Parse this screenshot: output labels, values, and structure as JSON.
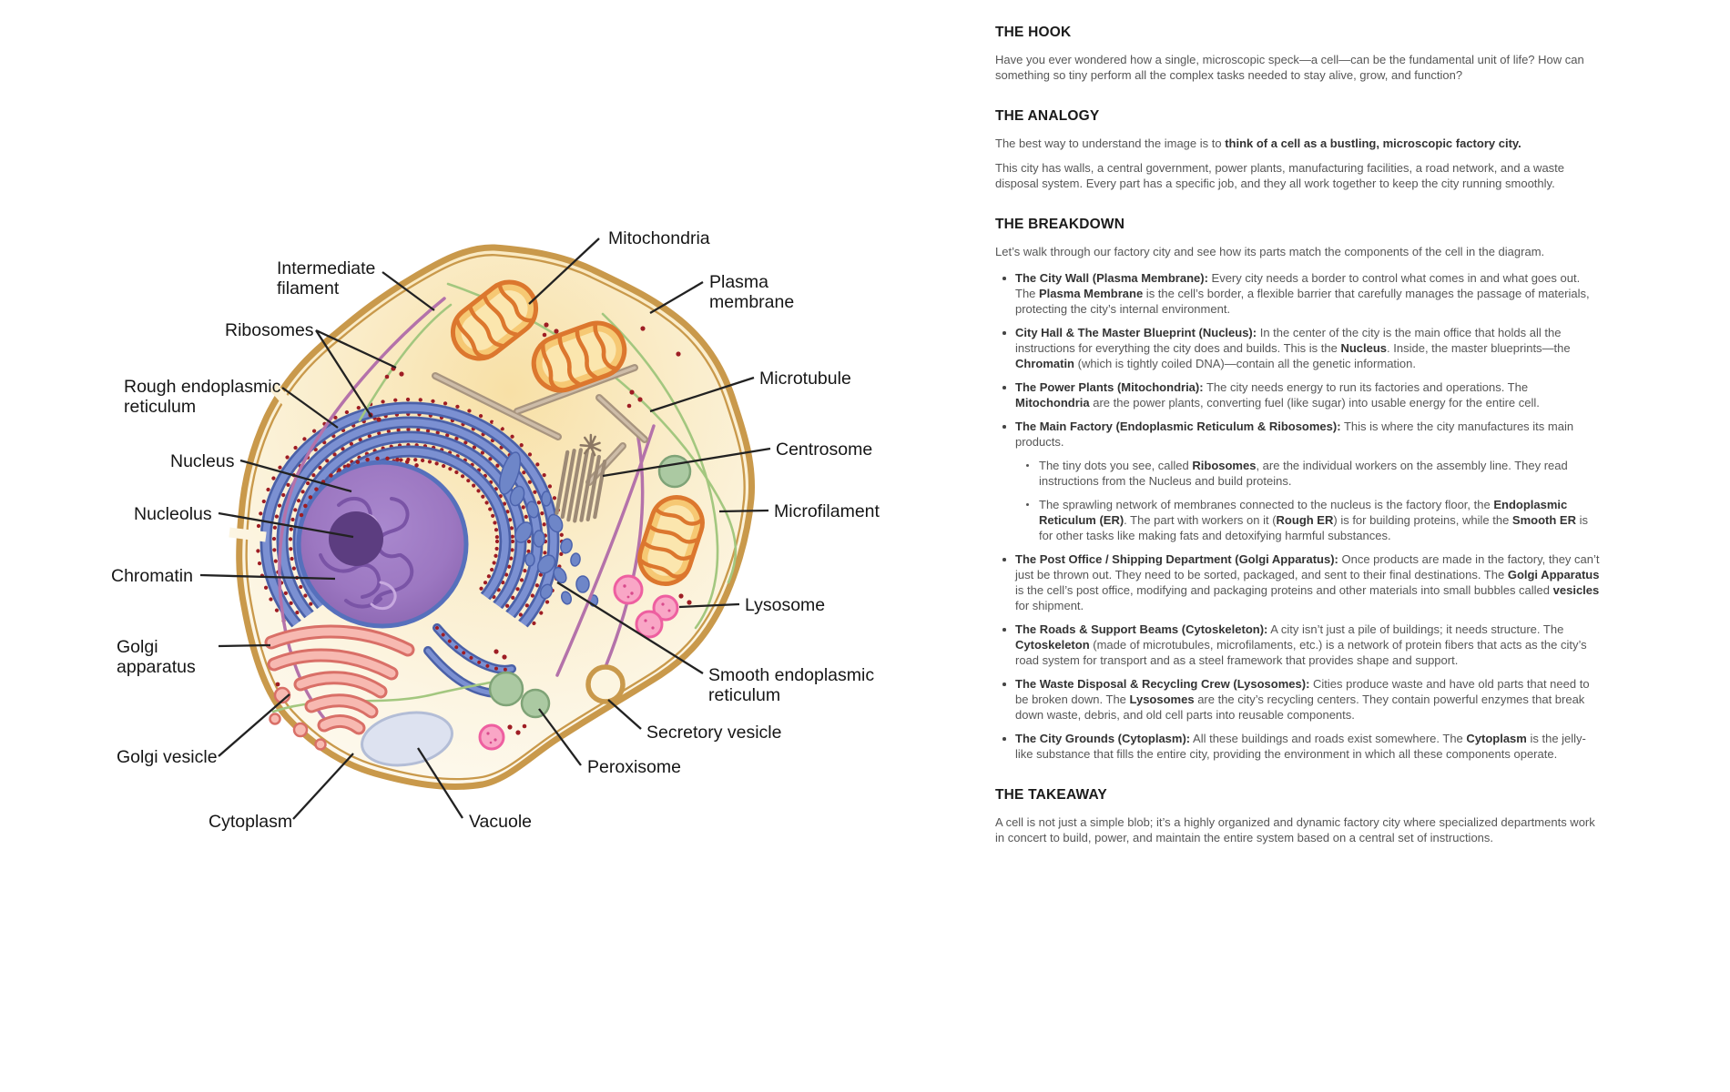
{
  "diagram": {
    "title": "Animal cell diagram",
    "labels": [
      {
        "id": "intermediate-filament",
        "lines": [
          "Intermediate",
          "filament"
        ]
      },
      {
        "id": "ribosomes",
        "lines": [
          "Ribosomes"
        ]
      },
      {
        "id": "rough-endoplasmic-reticulum",
        "lines": [
          "Rough endoplasmic",
          "reticulum"
        ]
      },
      {
        "id": "nucleus",
        "lines": [
          "Nucleus"
        ]
      },
      {
        "id": "nucleolus",
        "lines": [
          "Nucleolus"
        ]
      },
      {
        "id": "chromatin",
        "lines": [
          "Chromatin"
        ]
      },
      {
        "id": "golgi-apparatus",
        "lines": [
          "Golgi",
          "apparatus"
        ]
      },
      {
        "id": "golgi-vesicle",
        "lines": [
          "Golgi vesicle"
        ]
      },
      {
        "id": "cytoplasm",
        "lines": [
          "Cytoplasm"
        ]
      },
      {
        "id": "vacuole",
        "lines": [
          "Vacuole"
        ]
      },
      {
        "id": "mitochondria",
        "lines": [
          "Mitochondria"
        ]
      },
      {
        "id": "plasma-membrane",
        "lines": [
          "Plasma",
          "membrane"
        ]
      },
      {
        "id": "microtubule",
        "lines": [
          "Microtubule"
        ]
      },
      {
        "id": "centrosome",
        "lines": [
          "Centrosome"
        ]
      },
      {
        "id": "microfilament",
        "lines": [
          "Microfilament"
        ]
      },
      {
        "id": "lysosome",
        "lines": [
          "Lysosome"
        ]
      },
      {
        "id": "smooth-endoplasmic-reticulum",
        "lines": [
          "Smooth endoplasmic",
          "reticulum"
        ]
      },
      {
        "id": "secretory-vesicle",
        "lines": [
          "Secretory vesicle"
        ]
      },
      {
        "id": "peroxisome",
        "lines": [
          "Peroxisome"
        ]
      }
    ],
    "colors": {
      "membrane": "#C9994B",
      "cytoplasm": "#FAEDCB",
      "nucleus": "#9C77C1",
      "nucleolus": "#5C3D80",
      "rough_er": "#5E76BE",
      "ribosome_dots": "#9E1D24",
      "mitochondria_outline": "#DC772E",
      "mitochondria_fill": "#F6C873",
      "golgi": "#D96F67",
      "lysosome": "#EE5FA0",
      "peroxisome": "#ABC9A2",
      "vacuole": "#DDE2F0",
      "microtubule": "#B4A18C",
      "intermediate_filament": "#B472AA",
      "microfilament": "#A3C77F",
      "centrosome": "#9D8A76"
    }
  },
  "article": {
    "sections": [
      {
        "heading": "THE HOOK",
        "paragraphs": [
          [
            {
              "t": "Have you ever wondered how a single, microscopic speck—a cell—can be the fundamental unit of life? How can something so tiny perform all the complex tasks needed to stay alive, grow, and function?",
              "b": false
            }
          ]
        ]
      },
      {
        "heading": "THE ANALOGY",
        "paragraphs": [
          [
            {
              "t": "The best way to understand the image is to ",
              "b": false
            },
            {
              "t": "think of a cell as a bustling, microscopic factory city.",
              "b": true
            }
          ],
          [
            {
              "t": "This city has walls, a central government, power plants, manufacturing facilities, a road network, and a waste disposal system. Every part has a specific job, and they all work together to keep the city running smoothly.",
              "b": false
            }
          ]
        ]
      },
      {
        "heading": "THE BREAKDOWN",
        "paragraphs": [
          [
            {
              "t": "Let’s walk through our factory city and see how its parts match the components of the cell in the diagram.",
              "b": false
            }
          ]
        ],
        "bullets": [
          {
            "runs": [
              {
                "t": "The City Wall (Plasma Membrane):",
                "b": true
              },
              {
                "t": " Every city needs a border to control what comes in and what goes out. The ",
                "b": false
              },
              {
                "t": "Plasma Membrane",
                "b": true
              },
              {
                "t": " is the cell’s border, a flexible barrier that carefully manages the passage of materials, protecting the city’s internal environment.",
                "b": false
              }
            ]
          },
          {
            "runs": [
              {
                "t": "City Hall & The Master Blueprint (Nucleus):",
                "b": true
              },
              {
                "t": " In the center of the city is the main office that holds all the instructions for everything the city does and builds. This is the ",
                "b": false
              },
              {
                "t": "Nucleus",
                "b": true
              },
              {
                "t": ". Inside, the master blueprints—the ",
                "b": false
              },
              {
                "t": "Chromatin",
                "b": true
              },
              {
                "t": " (which is tightly coiled DNA)—contain all the genetic information.",
                "b": false
              }
            ]
          },
          {
            "runs": [
              {
                "t": "The Power Plants (Mitochondria):",
                "b": true
              },
              {
                "t": " The city needs energy to run its factories and operations. The ",
                "b": false
              },
              {
                "t": "Mitochondria",
                "b": true
              },
              {
                "t": " are the power plants, converting fuel (like sugar) into usable energy for the entire cell.",
                "b": false
              }
            ]
          },
          {
            "runs": [
              {
                "t": "The Main Factory (Endoplasmic Reticulum & Ribosomes):",
                "b": true
              },
              {
                "t": " This is where the city manufactures its main products.",
                "b": false
              }
            ],
            "sub": [
              {
                "runs": [
                  {
                    "t": "The tiny dots you see, called ",
                    "b": false
                  },
                  {
                    "t": "Ribosomes",
                    "b": true
                  },
                  {
                    "t": ", are the individual workers on the assembly line. They read instructions from the Nucleus and build proteins.",
                    "b": false
                  }
                ]
              },
              {
                "runs": [
                  {
                    "t": "The sprawling network of membranes connected to the nucleus is the factory floor, the ",
                    "b": false
                  },
                  {
                    "t": "Endoplasmic Reticulum (ER)",
                    "b": true
                  },
                  {
                    "t": ". The part with workers on it (",
                    "b": false
                  },
                  {
                    "t": "Rough ER",
                    "b": true
                  },
                  {
                    "t": ") is for building proteins, while the ",
                    "b": false
                  },
                  {
                    "t": "Smooth ER",
                    "b": true
                  },
                  {
                    "t": " is for other tasks like making fats and detoxifying harmful substances.",
                    "b": false
                  }
                ]
              }
            ]
          },
          {
            "runs": [
              {
                "t": "The Post Office / Shipping Department (Golgi Apparatus):",
                "b": true
              },
              {
                "t": " Once products are made in the factory, they can’t just be thrown out. They need to be sorted, packaged, and sent to their final destinations. The ",
                "b": false
              },
              {
                "t": "Golgi Apparatus",
                "b": true
              },
              {
                "t": " is the cell’s post office, modifying and packaging proteins and other materials into small bubbles called ",
                "b": false
              },
              {
                "t": "vesicles",
                "b": true
              },
              {
                "t": " for shipment.",
                "b": false
              }
            ]
          },
          {
            "runs": [
              {
                "t": "The Roads & Support Beams (Cytoskeleton):",
                "b": true
              },
              {
                "t": " A city isn’t just a pile of buildings; it needs structure. The ",
                "b": false
              },
              {
                "t": "Cytoskeleton",
                "b": true
              },
              {
                "t": " (made of microtubules, microfilaments, etc.) is a network of protein fibers that acts as the city’s road system for transport and as a steel framework that provides shape and support.",
                "b": false
              }
            ]
          },
          {
            "runs": [
              {
                "t": "The Waste Disposal & Recycling Crew (Lysosomes):",
                "b": true
              },
              {
                "t": " Cities produce waste and have old parts that need to be broken down. The ",
                "b": false
              },
              {
                "t": "Lysosomes",
                "b": true
              },
              {
                "t": " are the city’s recycling centers. They contain powerful enzymes that break down waste, debris, and old cell parts into reusable components.",
                "b": false
              }
            ]
          },
          {
            "runs": [
              {
                "t": "The City Grounds (Cytoplasm):",
                "b": true
              },
              {
                "t": " All these buildings and roads exist somewhere. The ",
                "b": false
              },
              {
                "t": "Cytoplasm",
                "b": true
              },
              {
                "t": " is the jelly-like substance that fills the entire city, providing the environment in which all these components operate.",
                "b": false
              }
            ]
          }
        ]
      },
      {
        "heading": "THE TAKEAWAY",
        "paragraphs": [
          [
            {
              "t": "A cell is not just a simple blob; it’s a highly organized and dynamic factory city where specialized departments work in concert to build, power, and maintain the entire system based on a central set of instructions.",
              "b": false
            }
          ]
        ]
      }
    ]
  }
}
